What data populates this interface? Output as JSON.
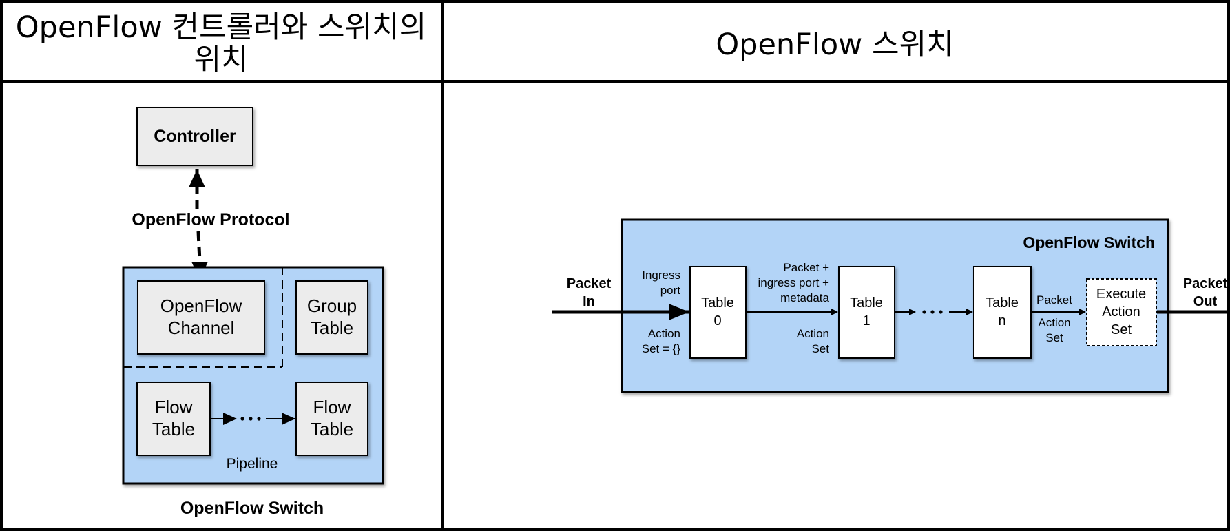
{
  "header": {
    "left_line1": "OpenFlow 컨트롤러와 스위치의",
    "left_line2": "위치",
    "right": "OpenFlow 스위치"
  },
  "left_diagram": {
    "controller": "Controller",
    "protocol": "OpenFlow Protocol",
    "channel_line1": "OpenFlow",
    "channel_line2": "Channel",
    "group_line1": "Group",
    "group_line2": "Table",
    "flow1_line1": "Flow",
    "flow1_line2": "Table",
    "flow2_line1": "Flow",
    "flow2_line2": "Table",
    "pipeline": "Pipeline",
    "switch_label": "OpenFlow Switch"
  },
  "right_diagram": {
    "switch_title": "OpenFlow Switch",
    "packet_in_line1": "Packet",
    "packet_in_line2": "In",
    "packet_out_line1": "Packet",
    "packet_out_line2": "Out",
    "ingress_line1": "Ingress",
    "ingress_line2": "port",
    "action_set_empty_line1": "Action",
    "action_set_empty_line2": "Set = {}",
    "table0_line1": "Table",
    "table0_line2": "0",
    "meta_line1": "Packet +",
    "meta_line2": "ingress port +",
    "meta_line3": "metadata",
    "action_set_line1": "Action",
    "action_set_line2": "Set",
    "table1_line1": "Table",
    "table1_line2": "1",
    "tablen_line1": "Table",
    "tablen_line2": "n",
    "packet_label": "Packet",
    "action_set2_line1": "Action",
    "action_set2_line2": "Set",
    "execute_line1": "Execute",
    "execute_line2": "Action",
    "execute_line3": "Set"
  },
  "colors": {
    "switch_fill": "#b3d4f7",
    "box_fill": "#ececec",
    "table_fill": "#ffffff",
    "line": "#000000"
  }
}
